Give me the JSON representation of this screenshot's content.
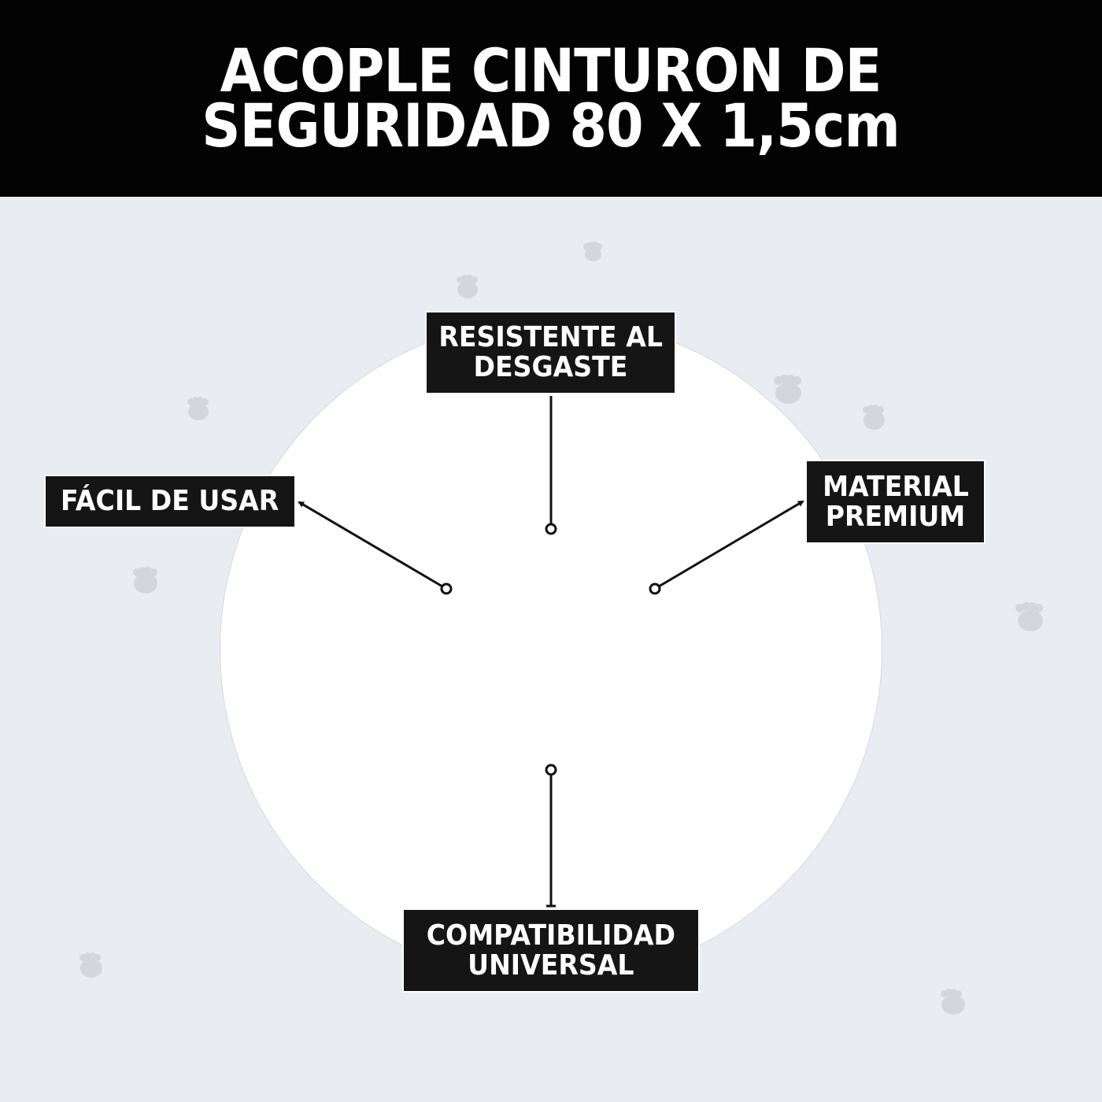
{
  "header": {
    "title_line1": "ACOPLE CINTURON DE",
    "title_line2": "SEGURIDAD 80 X 1,5cm"
  },
  "features": {
    "top": {
      "line1": "RESISTENTE AL",
      "line2": "DESGASTE"
    },
    "left": {
      "line1": "FÁCIL DE USAR"
    },
    "right": {
      "line1": "MATERIAL",
      "line2": "PREMIUM"
    },
    "bottom": {
      "line1": "COMPATIBILIDAD",
      "line2": "UNIVERSAL"
    }
  },
  "decorations": {
    "paw_icon": "paw-print-icon",
    "paw_count": 9
  },
  "colors": {
    "header_bg": "#030303",
    "page_bg": "#e9edf2",
    "label_bg": "#151515",
    "paw": "#d3d7dd"
  }
}
